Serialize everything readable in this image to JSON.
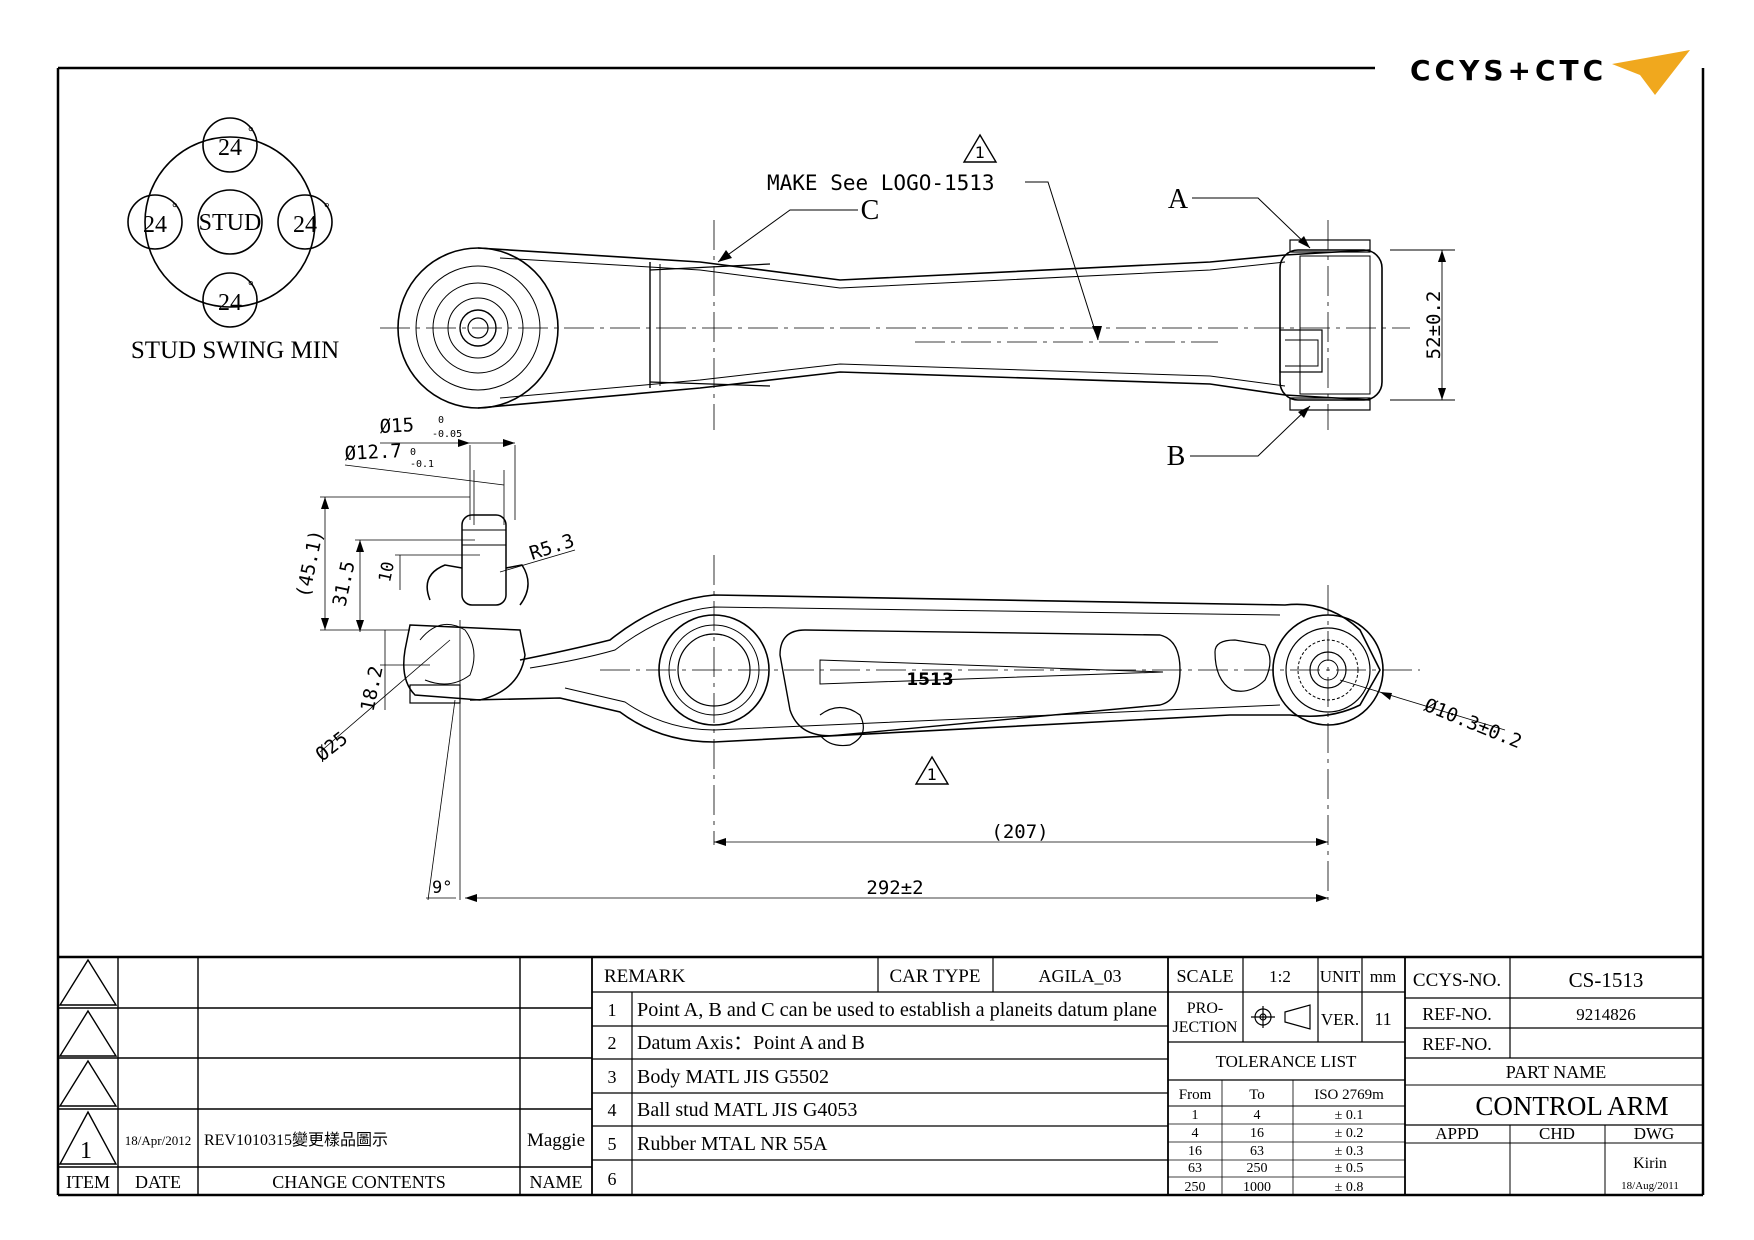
{
  "logo": {
    "text": "CCYS+CTC",
    "colors": {
      "text": "#808080",
      "mark": "#f0a81e"
    }
  },
  "swing": {
    "center_label": "STUD",
    "angles": [
      "24",
      "24",
      "24",
      "24"
    ],
    "degree_mark": "°",
    "caption": "STUD SWING MIN"
  },
  "notes": {
    "make_see": "MAKE See LOGO-1513",
    "revision_flag": "1",
    "point_a": "A",
    "point_b": "B",
    "point_c": "C",
    "part_marking": "1513"
  },
  "dimensions": {
    "height_52": "52±0.2",
    "dia15": "Ø15",
    "dia15_tol_upper": "0",
    "dia15_tol_lower": "-0.05",
    "dia12": "Ø12.7",
    "dia12_tol_upper": "0",
    "dia12_tol_lower": "-0.1",
    "r53": "R5.3",
    "len45": "(45.1)",
    "len31": "31.5",
    "len10": "10",
    "len18": "18.2",
    "dia25": "Ø25",
    "dia10": "Ø10.3±0.2",
    "len207": "(207)",
    "len292": "292±2",
    "angle9": "9°"
  },
  "revision_table": {
    "rows": [
      {
        "flag": "",
        "date": "",
        "change": "",
        "name": ""
      },
      {
        "flag": "",
        "date": "",
        "change": "",
        "name": ""
      },
      {
        "flag": "",
        "date": "",
        "change": "",
        "name": ""
      },
      {
        "flag": "1",
        "date": "18/Apr/2012",
        "change": "REV1010315變更樣品圖示",
        "name": "Maggie"
      }
    ],
    "headers": {
      "item": "ITEM",
      "date": "DATE",
      "change": "CHANGE CONTENTS",
      "name": "NAME"
    }
  },
  "remarks": {
    "title": "REMARK",
    "car_type_label": "CAR TYPE",
    "car_type": "AGILA_03",
    "items": [
      {
        "no": "1",
        "text": "Point A, B and C can be used to establish a planeits datum plane"
      },
      {
        "no": "2",
        "text": "Datum Axis：Point A and B"
      },
      {
        "no": "3",
        "text": "Body MATL JIS G5502"
      },
      {
        "no": "4",
        "text": "Ball stud MATL JIS G4053"
      },
      {
        "no": "5",
        "text": "Rubber MTAL NR 55A"
      },
      {
        "no": "6",
        "text": ""
      }
    ]
  },
  "title_block": {
    "scale_label": "SCALE",
    "scale": "1:2",
    "unit_label": "UNIT",
    "unit": "mm",
    "projection_label_1": "PRO-",
    "projection_label_2": "JECTION",
    "ver_label": "VER.",
    "ver": "11",
    "ccys_no_label": "CCYS-NO.",
    "ccys_no": "CS-1513",
    "ref_no_label": "REF-NO.",
    "ref_no": "9214826",
    "ref_no_2_label": "REF-NO.",
    "ref_no_2": "",
    "part_name_label": "PART NAME",
    "part_name": "CONTROL ARM",
    "appd_label": "APPD",
    "chd_label": "CHD",
    "dwg_label": "DWG",
    "dwg_name": "Kirin",
    "dwg_date": "18/Aug/2011"
  },
  "tolerance": {
    "title": "TOLERANCE LIST",
    "headers": [
      "From",
      "To",
      "ISO 2769m"
    ],
    "rows": [
      [
        "1",
        "4",
        "± 0.1"
      ],
      [
        "4",
        "16",
        "± 0.2"
      ],
      [
        "16",
        "63",
        "± 0.3"
      ],
      [
        "63",
        "250",
        "± 0.5"
      ],
      [
        "250",
        "1000",
        "± 0.8"
      ]
    ]
  }
}
